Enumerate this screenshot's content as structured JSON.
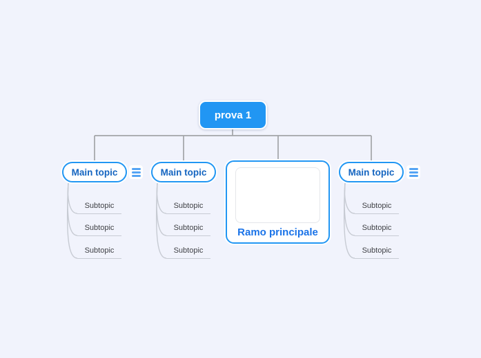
{
  "colors": {
    "canvas_background": "#f1f3fc",
    "accent_blue": "#2196f3",
    "root_fill": "#2196f3",
    "root_text": "#ffffff",
    "main_topic_text": "#1565c0",
    "image_branch_text": "#1a73e8",
    "subtopic_text": "#3f4045",
    "tree_connector": "#a2a4a8",
    "subtopic_connector": "#c7cbd3"
  },
  "root": {
    "label": "prova 1"
  },
  "branches": [
    {
      "label": "Main topic",
      "menu_icon": "hamburger-menu-icon",
      "subtopics": [
        "Subtopic",
        "Subtopic",
        "Subtopic"
      ]
    },
    {
      "label": "Main topic",
      "subtopics": [
        "Subtopic",
        "Subtopic",
        "Subtopic"
      ]
    },
    {
      "label": "Ramo principale",
      "has_image_placeholder": true,
      "subtopics": []
    },
    {
      "label": "Main topic",
      "menu_icon": "hamburger-menu-icon",
      "subtopics": [
        "Subtopic",
        "Subtopic",
        "Subtopic"
      ]
    }
  ]
}
